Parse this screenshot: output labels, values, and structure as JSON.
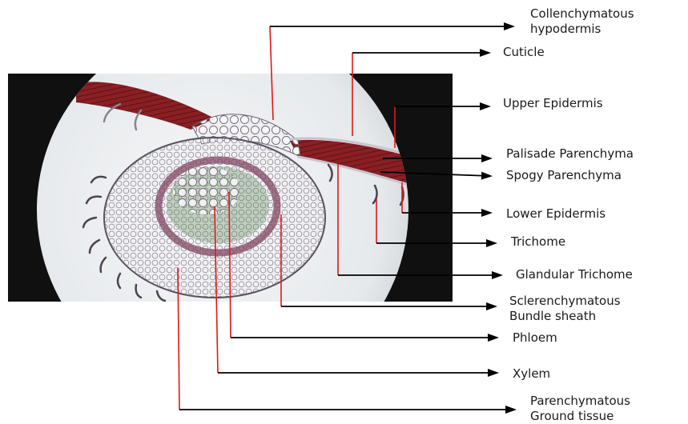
{
  "figure": {
    "labels": [
      {
        "id": "collenchymatous-hypodermis",
        "lines": [
          "Collenchymatous",
          "hypodermis"
        ]
      },
      {
        "id": "cuticle",
        "lines": [
          "Cuticle"
        ]
      },
      {
        "id": "upper-epidermis",
        "lines": [
          "Upper Epidermis"
        ]
      },
      {
        "id": "palisade-parenchyma",
        "lines": [
          "Palisade Parenchyma"
        ]
      },
      {
        "id": "spogy-parenchyma",
        "lines": [
          "Spogy Parenchyma"
        ]
      },
      {
        "id": "lower-epidermis",
        "lines": [
          "Lower Epidermis"
        ]
      },
      {
        "id": "trichome",
        "lines": [
          "Trichome"
        ]
      },
      {
        "id": "glandular-trichome",
        "lines": [
          "Glandular Trichome"
        ]
      },
      {
        "id": "sclerenchymatous-bundle-sheath",
        "lines": [
          "Sclerenchymatous",
          "Bundle sheath"
        ]
      },
      {
        "id": "phloem",
        "lines": [
          "Phloem"
        ]
      },
      {
        "id": "xylem",
        "lines": [
          "Xylem"
        ]
      },
      {
        "id": "parenchymatous-ground-tissue",
        "lines": [
          "Parenchymatous",
          "Ground tissue"
        ]
      }
    ],
    "colors": {
      "pointer": "#e01818",
      "arrow": "#000000",
      "lamina": "#8a1f24",
      "field": "#eceff2",
      "background": "#101010"
    }
  }
}
